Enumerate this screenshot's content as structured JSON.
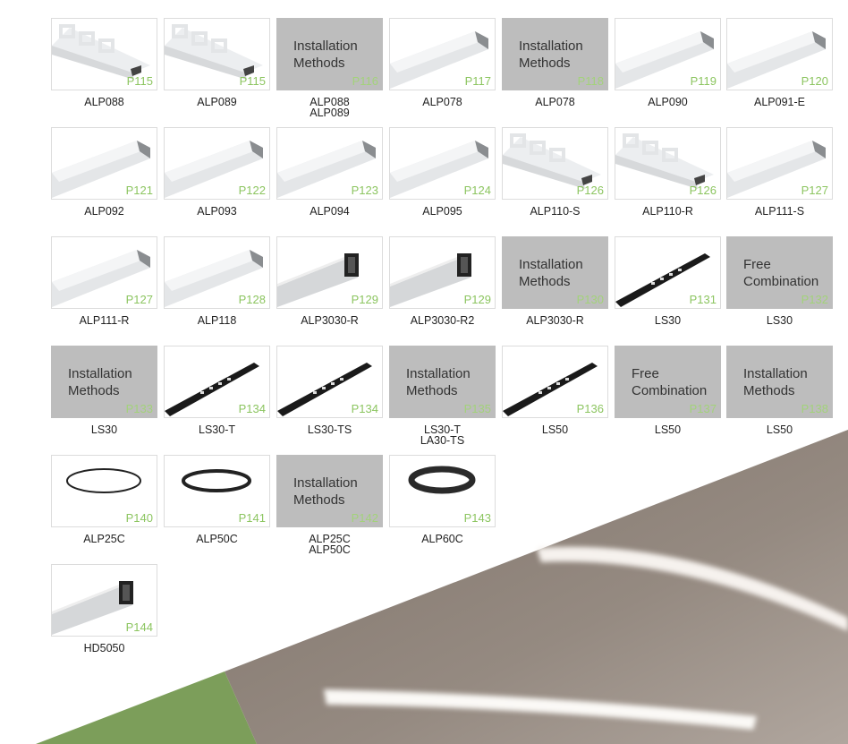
{
  "colors": {
    "page_number": "#8cc560",
    "gray_tile": "#bdbdbd",
    "green_band": "#7c9e5a",
    "ceiling": "#8a7c72"
  },
  "items": [
    {
      "labels": [
        "ALP088"
      ],
      "page": "P115",
      "kind": "tile-profile"
    },
    {
      "labels": [
        "ALP089"
      ],
      "page": "P115",
      "kind": "tile-profile"
    },
    {
      "labels": [
        "ALP088",
        "ALP089"
      ],
      "page": "P116",
      "kind": "gray",
      "text": [
        "Installation",
        "Methods"
      ]
    },
    {
      "labels": [
        "ALP078"
      ],
      "page": "P117",
      "kind": "profile"
    },
    {
      "labels": [
        "ALP078"
      ],
      "page": "P118",
      "kind": "gray",
      "text": [
        "Installation",
        "Methods"
      ]
    },
    {
      "labels": [
        "ALP090"
      ],
      "page": "P119",
      "kind": "profile"
    },
    {
      "labels": [
        "ALP091-E"
      ],
      "page": "P120",
      "kind": "profile"
    },
    {
      "labels": [
        "ALP092"
      ],
      "page": "P121",
      "kind": "profile"
    },
    {
      "labels": [
        "ALP093"
      ],
      "page": "P122",
      "kind": "profile"
    },
    {
      "labels": [
        "ALP094"
      ],
      "page": "P123",
      "kind": "profile"
    },
    {
      "labels": [
        "ALP095"
      ],
      "page": "P124",
      "kind": "profile"
    },
    {
      "labels": [
        "ALP110-S"
      ],
      "page": "P126",
      "kind": "tile-profile"
    },
    {
      "labels": [
        "ALP110-R"
      ],
      "page": "P126",
      "kind": "tile-profile"
    },
    {
      "labels": [
        "ALP111-S"
      ],
      "page": "P127",
      "kind": "profile"
    },
    {
      "labels": [
        "ALP111-R"
      ],
      "page": "P127",
      "kind": "profile"
    },
    {
      "labels": [
        "ALP118"
      ],
      "page": "P128",
      "kind": "profile"
    },
    {
      "labels": [
        "ALP3030-R"
      ],
      "page": "P129",
      "kind": "box"
    },
    {
      "labels": [
        "ALP3030-R2"
      ],
      "page": "P129",
      "kind": "box"
    },
    {
      "labels": [
        "ALP3030-R"
      ],
      "page": "P130",
      "kind": "gray",
      "text": [
        "Installation",
        "Methods"
      ]
    },
    {
      "labels": [
        "LS30"
      ],
      "page": "P131",
      "kind": "black-bar"
    },
    {
      "labels": [
        "LS30"
      ],
      "page": "P132",
      "kind": "gray",
      "text": [
        "Free",
        "Combination"
      ]
    },
    {
      "labels": [
        "LS30"
      ],
      "page": "P133",
      "kind": "gray",
      "text": [
        "Installation",
        "Methods"
      ]
    },
    {
      "labels": [
        "LS30-T"
      ],
      "page": "P134",
      "kind": "black-bar"
    },
    {
      "labels": [
        "LS30-TS"
      ],
      "page": "P134",
      "kind": "black-bar"
    },
    {
      "labels": [
        "LS30-T",
        "LA30-TS"
      ],
      "page": "P135",
      "kind": "gray",
      "text": [
        "Installation",
        "Methods"
      ]
    },
    {
      "labels": [
        "LS50"
      ],
      "page": "P136",
      "kind": "black-bar"
    },
    {
      "labels": [
        "LS50"
      ],
      "page": "P137",
      "kind": "gray",
      "text": [
        "Free",
        "Combination"
      ]
    },
    {
      "labels": [
        "LS50"
      ],
      "page": "P138",
      "kind": "gray",
      "text": [
        "Installation",
        "Methods"
      ]
    },
    {
      "labels": [
        "ALP25C"
      ],
      "page": "P140",
      "kind": "ring-thin"
    },
    {
      "labels": [
        "ALP50C"
      ],
      "page": "P141",
      "kind": "ring"
    },
    {
      "labels": [
        "ALP25C",
        "ALP50C"
      ],
      "page": "P142",
      "kind": "gray",
      "text": [
        "Installation",
        "Methods"
      ]
    },
    {
      "labels": [
        "ALP60C"
      ],
      "page": "P143",
      "kind": "ring-thick"
    },
    {
      "labels": [
        "HD5050"
      ],
      "page": "P144",
      "kind": "box"
    }
  ]
}
